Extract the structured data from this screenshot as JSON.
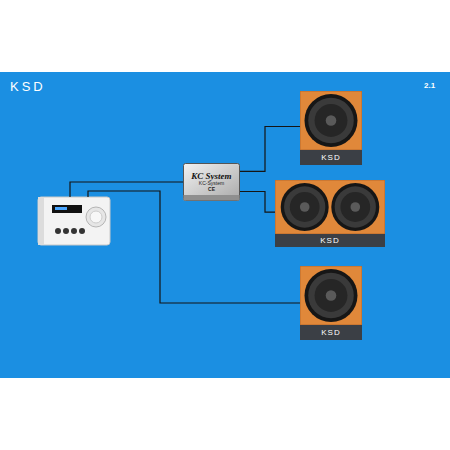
{
  "diagram": {
    "nodes": [
      {
        "text": [
          "KC System",
          "KC-System",
          "CE"
        ]
      },
      {
        "text": [
          "KSD"
        ]
      },
      {
        "text": [
          "KSD"
        ]
      },
      {
        "text": [
          "KSD"
        ]
      }
    ],
    "edges": [
      {
        "from": 0,
        "to": 1,
        "arrow": "none"
      },
      {
        "from": 0,
        "to": 2,
        "arrow": "none"
      }
    ],
    "labels": [
      "KSD",
      "2.1"
    ]
  }
}
